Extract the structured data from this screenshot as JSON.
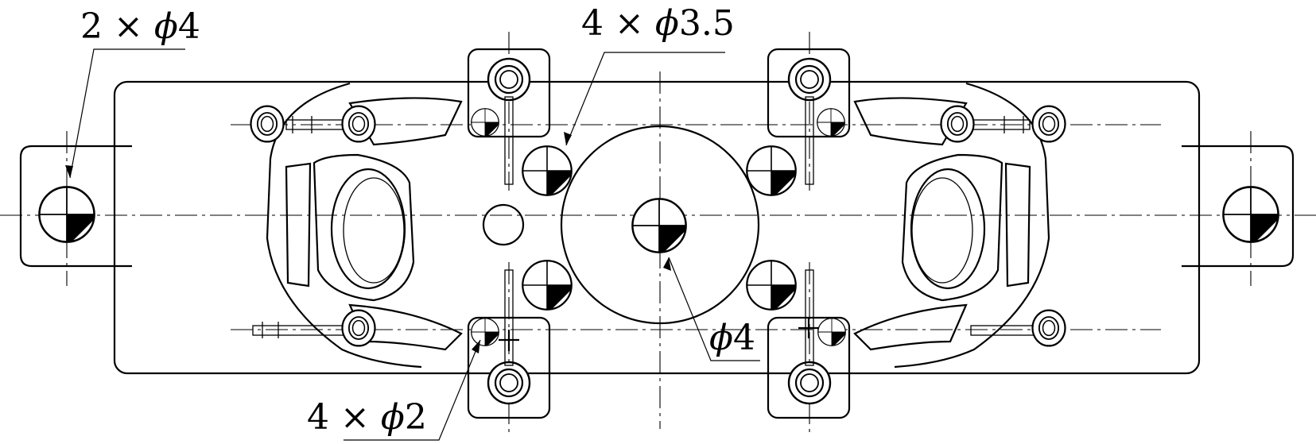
{
  "annotations": [
    {
      "id": "left-locating-pins",
      "count": "2",
      "times": "×",
      "phi": "ϕ",
      "size": "4"
    },
    {
      "id": "quad-holes",
      "count": "4",
      "times": "×",
      "phi": "ϕ",
      "size": "3.5"
    },
    {
      "id": "center-hole",
      "count": "",
      "times": "",
      "phi": "ϕ",
      "size": "4"
    },
    {
      "id": "small-holes",
      "count": "4",
      "times": "×",
      "phi": "ϕ",
      "size": "2"
    }
  ],
  "colors": {
    "line": "#000000",
    "paper": "#ffffff"
  }
}
